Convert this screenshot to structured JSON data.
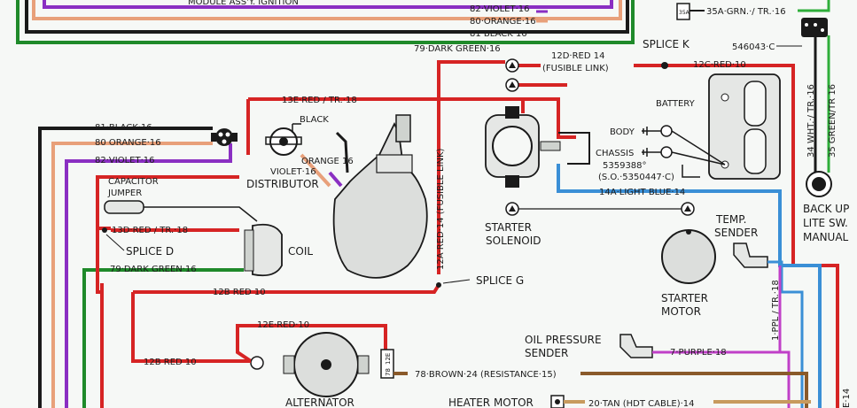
{
  "labels": {
    "module_assy": "MODULE ASS'Y. IGNITION",
    "w82_violet_top": "82·VIOLET·16",
    "w80_orange_top": "80·ORANGE·16",
    "w81_black_top": "81·BLACK·16",
    "w79_dkgreen_top": "79·DARK GREEN·16",
    "w35a": "35A·GRN.·/ TR.·16",
    "splice_k": "SPLICE K",
    "part_546043c": "546043·C",
    "w12d": "12D·RED 14",
    "fusible_link_top": "(FUSIBLE LINK)",
    "w12c": "12C·RED·10",
    "w13e": "13E·RED / TR.·18",
    "battery": "BATTERY",
    "w34_wht": "34 WHT.·/ TR.·16",
    "w35_green": "35 GREEN/TR 16",
    "w81_black_left": "81·BLACK·16",
    "w80_orange_left": "80 ORANGE·16",
    "w82_violet_left": "82·VIOLET·16",
    "black": "BLACK",
    "orange16": "ORANGE 16",
    "violet16": "VIOLET·16",
    "distributor": "DISTRIBUTOR",
    "w12a": "12A·RED·14 (FUSIBLE LINK)",
    "body": "BODY",
    "chassis": "CHASSIS",
    "part_5359388": "5359388°",
    "part_so": "(S.O.·5350447·C)",
    "w14a": "14A·LIGHT BLUE·14",
    "capacitor": "CAPACITOR",
    "jumper": "JUMPER",
    "w13d": "13D·RED / TR.·18",
    "splice_d": "SPLICE D",
    "coil": "COIL",
    "w79_dkgreen_left": "79·DARK GREEN·16",
    "starter": "STARTER",
    "solenoid": "SOLENOID",
    "temp": "TEMP.",
    "sender": "SENDER",
    "back_up": "BACK UP",
    "lite_sw": "LITE SW.",
    "manual": "MANUAL",
    "splice_g": "SPLICE G",
    "w12b_1": "12B RED 10",
    "starter_motor_1": "STARTER",
    "starter_motor_2": "MOTOR",
    "w1_ppl": "1·PPL / TR.·18",
    "w12e": "12E·RED·10",
    "oil_pressure": "OIL PRESSURE",
    "oil_sender": "SENDER",
    "w7_purple": "7·PURPLE·18",
    "w12b_2": "12B RED 10",
    "w78_brown": "78·BROWN·24 (RESISTANCE·15)",
    "alternator": "ALTERNATOR",
    "heater_motor": "HEATER MOTOR",
    "w20_tan": "20·TAN (HDT CABLE)·14",
    "w78_box": "78",
    "w12e_box": "12E",
    "w35a_box": "35A",
    "right_cut": "E·14"
  },
  "colors": {
    "red": "#d62424",
    "black": "#1a1a1a",
    "orange": "#e8a07a",
    "violet": "#8a2fc2",
    "dark_green": "#1f8a2a",
    "light_blue": "#3a8fd6",
    "brown": "#8a5a2a",
    "purple": "#c040c8",
    "tan": "#c79a5e",
    "bright_green": "#2fae3a"
  }
}
